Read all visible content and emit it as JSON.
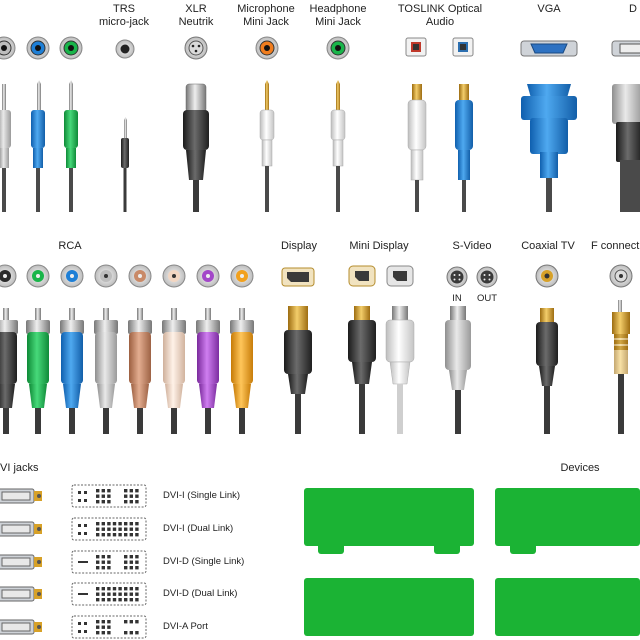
{
  "colors": {
    "gray": "#bdbdbd",
    "blue": "#1e7fd6",
    "green": "#19b54a",
    "black": "#2b2b2b",
    "brown": "#c98a68",
    "peach": "#f2d6c2",
    "purple": "#a347c9",
    "orange": "#f2a11e",
    "device": "#1bb334",
    "gold": "#d7a128",
    "dark": "#3a3a3a"
  },
  "headers": {
    "trs": [
      "TRS",
      "micro-jack"
    ],
    "xlr": [
      "XLR",
      "Neutrik"
    ],
    "mic": [
      "Microphone",
      "Mini Jack"
    ],
    "headphone": [
      "Headphone",
      "Mini Jack"
    ],
    "toslink": [
      "TOSLINK Optical",
      "Audio"
    ],
    "vga": "VGA",
    "dvi_cut": "D",
    "rca": "RCA",
    "display": "Display",
    "mini_display": "Mini Display",
    "svideo": "S-Video",
    "coax": "Coaxial TV",
    "fconn": "F connect",
    "dvi_jacks": "VI jacks",
    "devices": "Devices"
  },
  "svideo_ports": [
    "IN",
    "OUT"
  ],
  "dvi_rows": [
    {
      "label": "DVI-I (Single Link)",
      "icon": "dvi-i-single"
    },
    {
      "label": "DVI-I (Dual Link)",
      "icon": "dvi-i-dual"
    },
    {
      "label": "DVI-D (Single Link)",
      "icon": "dvi-d-single"
    },
    {
      "label": "DVI-D (Dual Link)",
      "icon": "dvi-d-dual"
    },
    {
      "label": "DVI-A Port",
      "icon": "dvi-a"
    }
  ],
  "row1_jacks": [
    {
      "icon": "jack-port-icon",
      "color": "gray"
    },
    {
      "icon": "jack-port-icon",
      "color": "blue"
    },
    {
      "icon": "jack-port-icon",
      "color": "green"
    },
    {
      "icon": "trs-micro-port-icon",
      "color": "black"
    },
    {
      "icon": "xlr-port-icon",
      "color": "gray"
    },
    {
      "icon": "mic-port-icon",
      "color": "orange"
    },
    {
      "icon": "headphone-port-icon",
      "color": "green"
    }
  ],
  "rca_colors": [
    "black",
    "green",
    "blue",
    "gray",
    "brown",
    "peach",
    "purple",
    "orange"
  ],
  "devices": [
    {
      "icon": "device-icon"
    },
    {
      "icon": "device-icon"
    },
    {
      "icon": "device-icon"
    },
    {
      "icon": "device-icon"
    }
  ]
}
